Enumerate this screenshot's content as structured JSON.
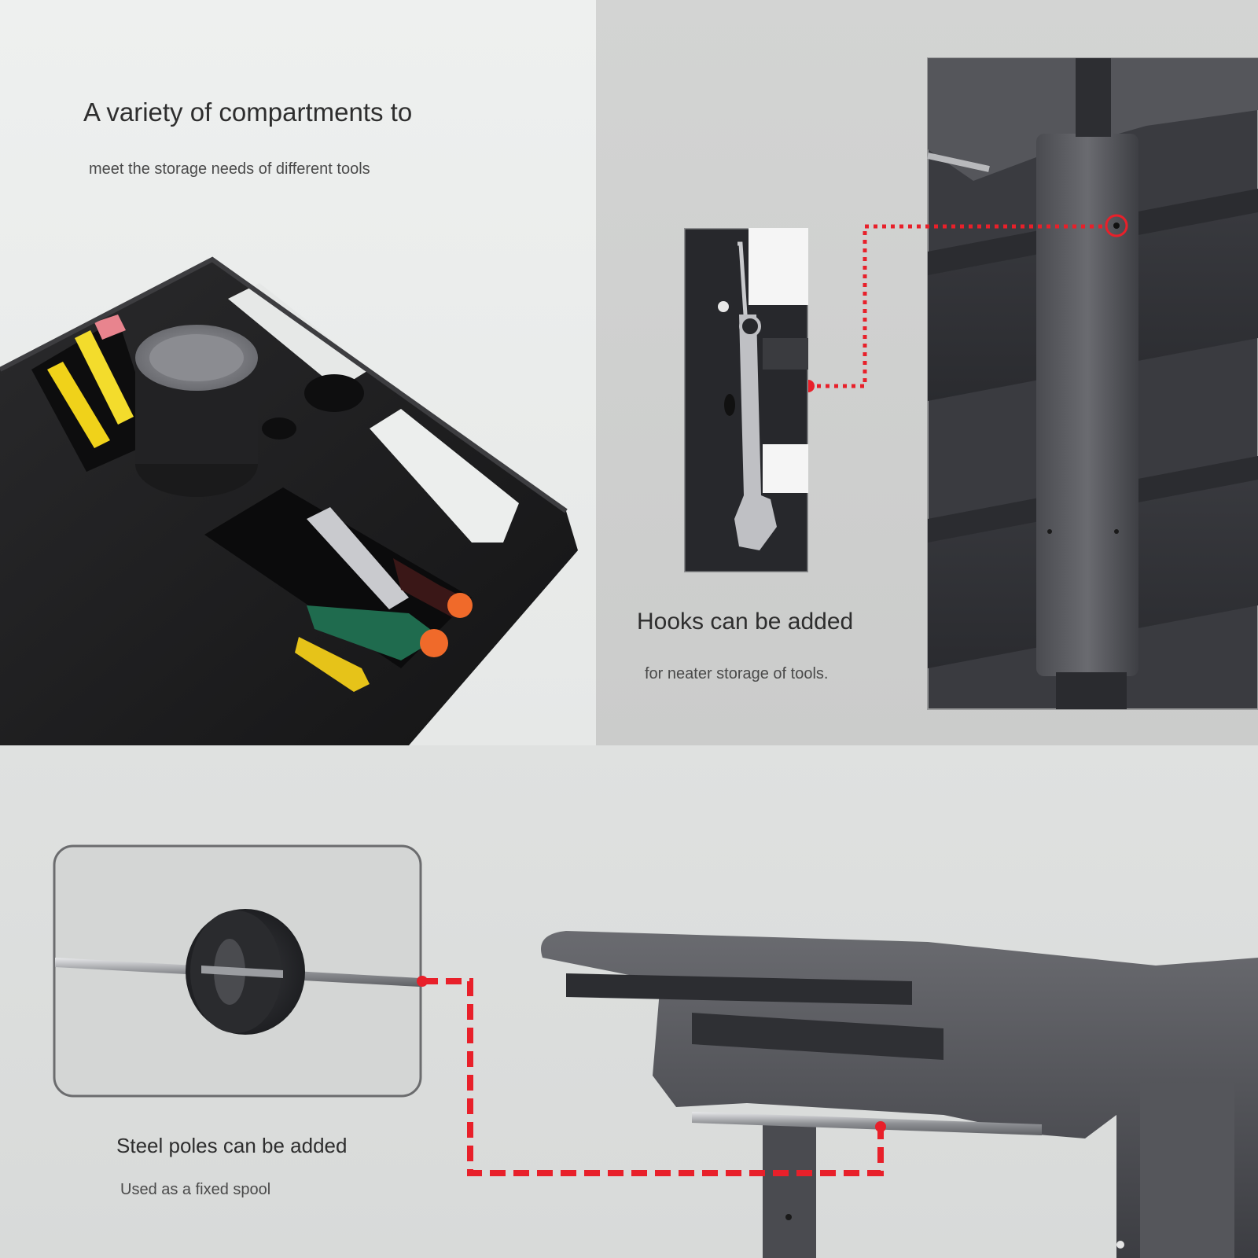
{
  "sections": {
    "compartments": {
      "title": "A variety of compartments to",
      "subtitle": "meet the storage needs of different tools"
    },
    "hooks": {
      "title": "Hooks can be added",
      "subtitle": "for neater storage of tools."
    },
    "steel_poles": {
      "title": "Steel poles can be added",
      "subtitle": "Used as a fixed spool"
    }
  },
  "colors": {
    "callout_line": "#e8202a",
    "plastic_dark": "#1c1c1e",
    "plastic_grey": "#4a4b50",
    "handle_yellow": "#f0d21a",
    "screwdriver_green": "#1f6b4e",
    "accent_orange": "#f06a2a"
  }
}
